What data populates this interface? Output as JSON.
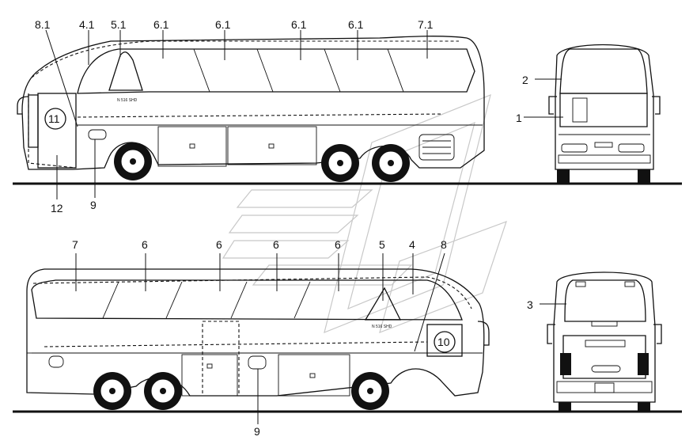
{
  "diagram": {
    "views": {
      "side_top": {
        "labels": [
          "8.1",
          "4.1",
          "5.1",
          "6.1",
          "6.1",
          "6.1",
          "6.1",
          "7.1",
          "11",
          "12",
          "9"
        ],
        "badge": "N 516 SHD"
      },
      "front": {
        "labels": [
          "2",
          "1"
        ]
      },
      "side_bottom": {
        "labels": [
          "7",
          "6",
          "6",
          "6",
          "6",
          "5",
          "4",
          "8",
          "10",
          "9"
        ],
        "badge": "N 516 SHD"
      },
      "rear": {
        "labels": [
          "3"
        ]
      }
    }
  }
}
